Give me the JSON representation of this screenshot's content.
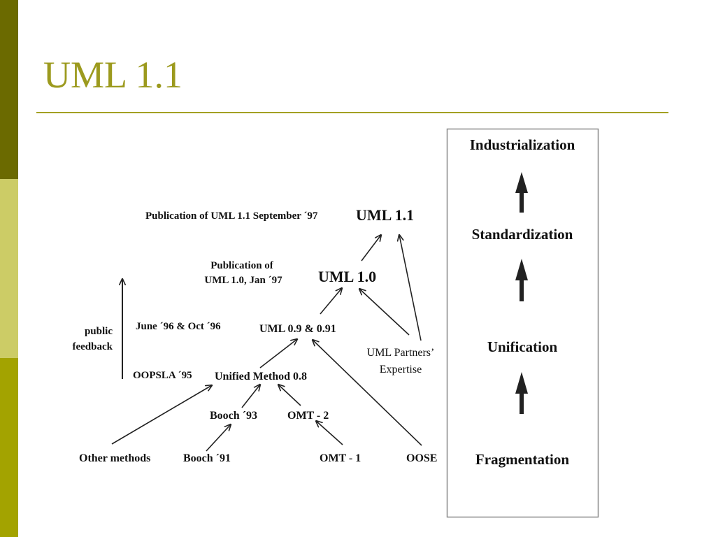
{
  "slide": {
    "title": "UML 1.1",
    "colors": {
      "title": "#9c9a1e",
      "rule": "#a3a022",
      "bar_dark": "#6b6a00",
      "bar_mid": "#cccc66",
      "bar_light": "#a3a300"
    }
  },
  "diagram": {
    "timeline": {
      "pub_11": "Publication of UML 1.1 September ´97",
      "pub_10_line1": "Publication of",
      "pub_10_line2": "UML 1.0, Jan ´97",
      "june_oct": "June ´96 & Oct ´96",
      "oopsla": "OOPSLA ´95",
      "feedback_line1": "public",
      "feedback_line2": "feedback"
    },
    "versions": {
      "uml11": "UML 1.1",
      "uml10": "UML 1.0",
      "uml09": "UML 0.9 & 0.91",
      "um08": "Unified Method 0.8",
      "booch93": "Booch ´93",
      "omt2": "OMT - 2"
    },
    "sources": {
      "other": "Other methods",
      "booch91": "Booch ´91",
      "omt1": "OMT - 1",
      "oose": "OOSE",
      "partners_line1": "UML Partners’",
      "partners_line2": "Expertise"
    },
    "stages": [
      "Industrialization",
      "Standardization",
      "Unification",
      "Fragmentation"
    ]
  }
}
